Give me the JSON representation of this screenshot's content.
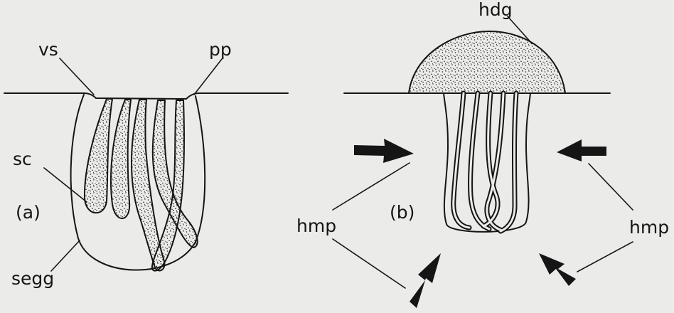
{
  "panels": [
    {
      "tag": "(a)",
      "labels": {
        "vs": "vs",
        "pp": "pp",
        "sc": "sc",
        "segg": "segg"
      }
    },
    {
      "tag": "(b)",
      "labels": {
        "hdg": "hdg",
        "hmp_left": "hmp",
        "hmp_right": "hmp"
      }
    }
  ],
  "colors": {
    "ink": "#151515",
    "background": "#ebebe9"
  }
}
